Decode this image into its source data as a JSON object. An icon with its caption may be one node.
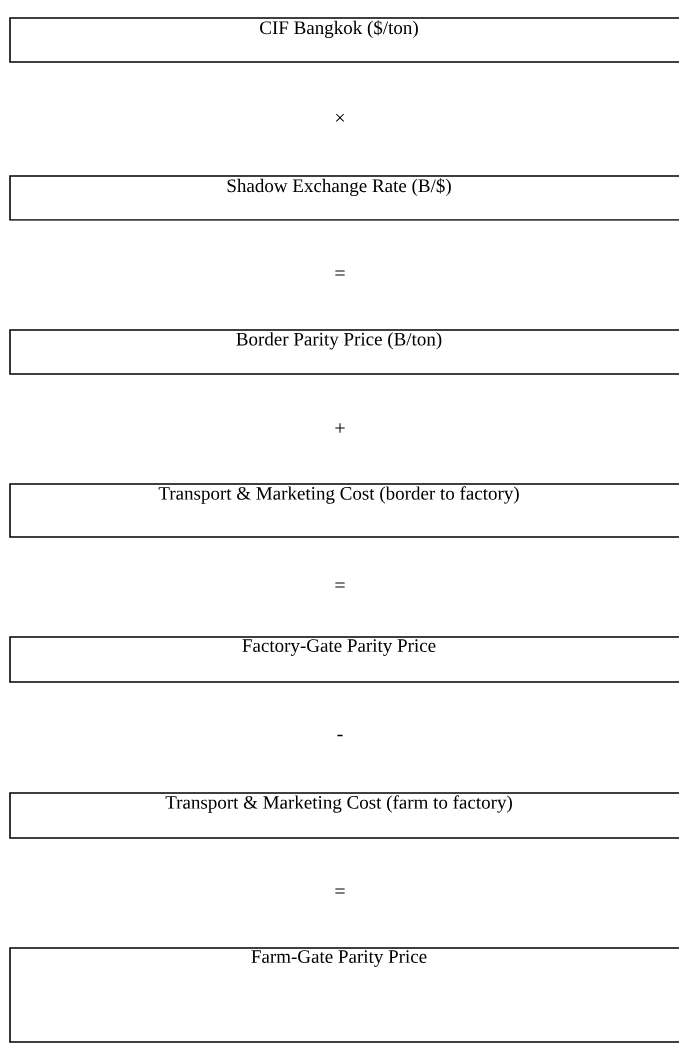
{
  "diagram": {
    "nodes": [
      {
        "text": [
          "CIF Bangkok ($/ton)"
        ]
      },
      {
        "text": [
          "Shadow Exchange Rate (B/$)"
        ]
      },
      {
        "text": [
          "Border Parity Price (B/ton)"
        ]
      },
      {
        "text": [
          "Transport & Marketing Cost (border to factory)"
        ]
      },
      {
        "text": [
          "Factory-Gate Parity Price"
        ]
      },
      {
        "text": [
          "Transport & Marketing Cost (farm to factory)"
        ]
      },
      {
        "text": [
          "Farm-Gate Parity Price"
        ]
      }
    ],
    "labels": [
      "×",
      "=",
      "+",
      "=",
      "-",
      "="
    ]
  }
}
